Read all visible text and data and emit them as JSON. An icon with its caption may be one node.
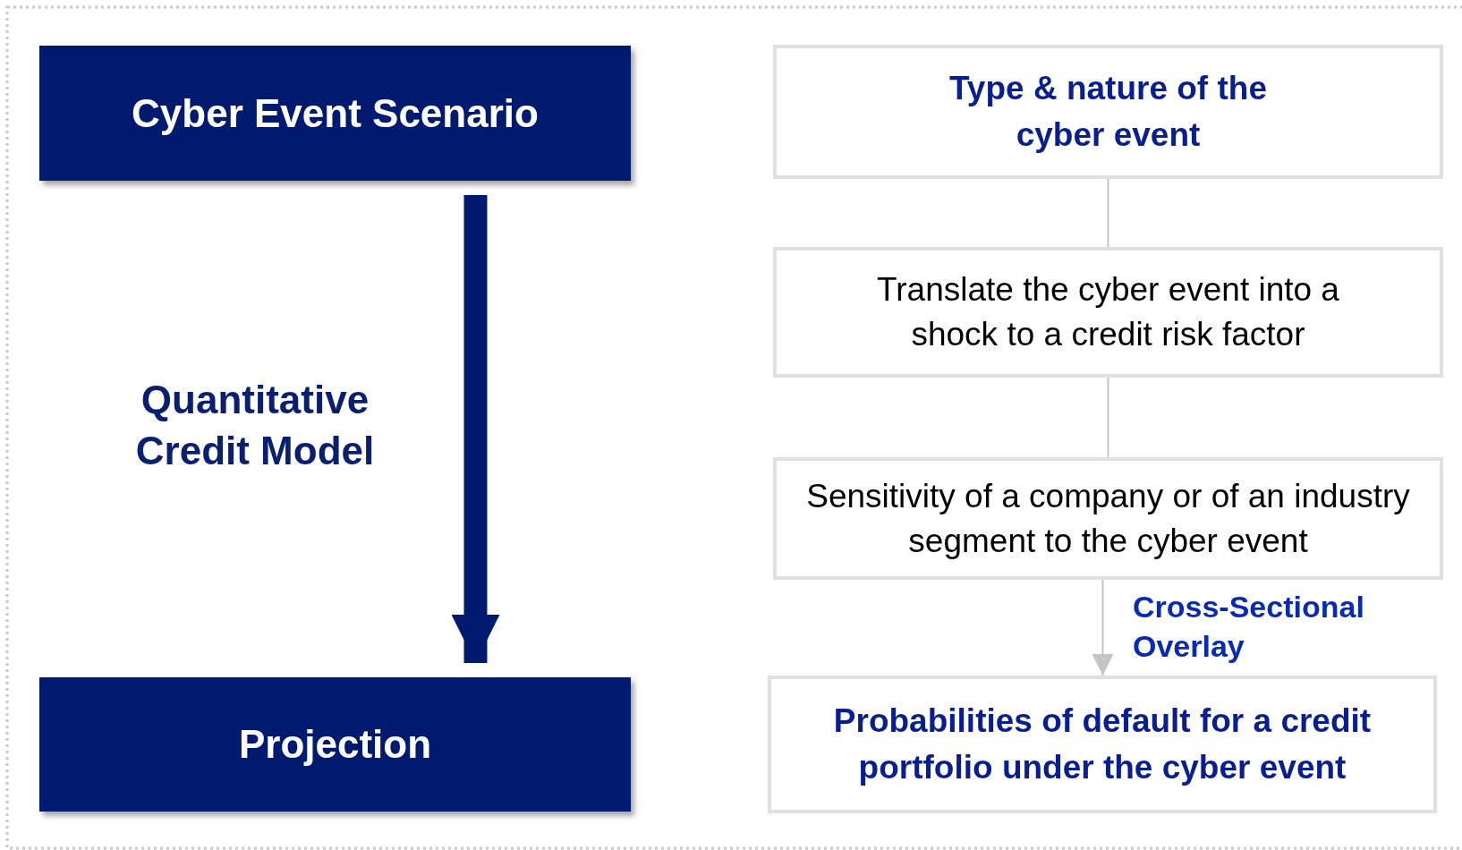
{
  "diagram": {
    "nodes": [
      {
        "text": [
          "Cyber Event Scenario"
        ]
      },
      {
        "text": [
          "Projection"
        ]
      },
      {
        "text": [
          "Type & nature of the cyber event"
        ]
      },
      {
        "text": [
          "Translate the cyber event into a shock to a credit risk factor"
        ]
      },
      {
        "text": [
          "Sensitivity of a company or of an industry segment to the cyber event"
        ]
      },
      {
        "text": [
          "Probabilities of default for a credit portfolio under the cyber event"
        ]
      }
    ],
    "edges": [
      {
        "from": 0,
        "to": 1,
        "arrow": "to",
        "label": "Quantitative Credit Model",
        "style": "thick",
        "color": "#001a70"
      },
      {
        "from": 2,
        "to": 3,
        "arrow": "none"
      },
      {
        "from": 3,
        "to": 4,
        "arrow": "none"
      },
      {
        "from": 4,
        "to": 5,
        "arrow": "to",
        "label": "Cross-Sectional Overlay"
      }
    ]
  }
}
